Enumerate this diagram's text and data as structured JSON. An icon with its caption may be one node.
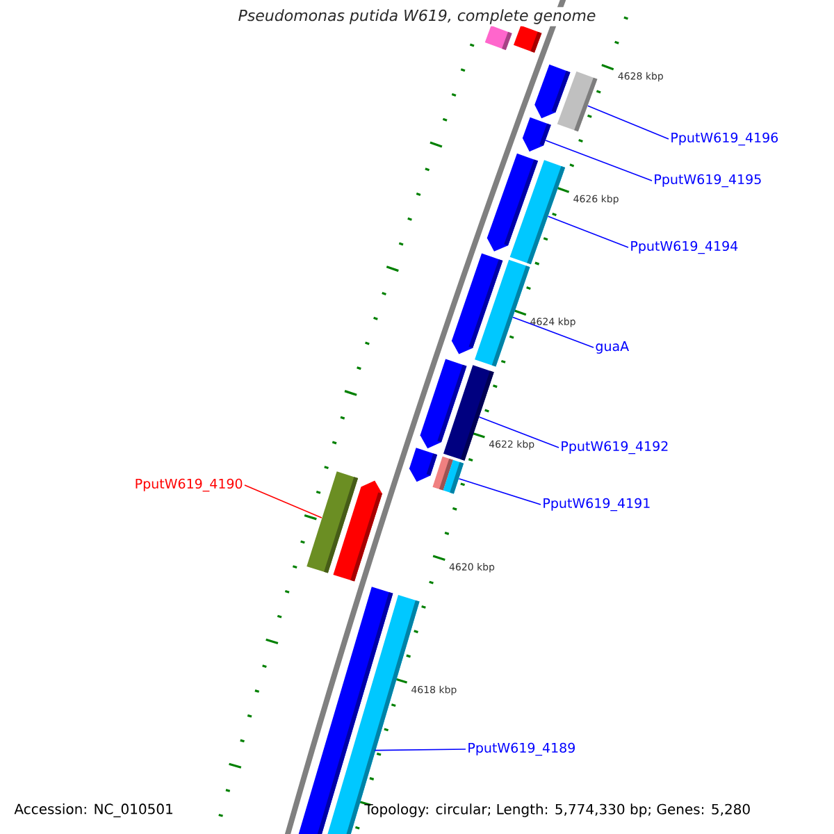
{
  "diagram": {
    "title": "Pseudomonas putida W619, complete genome",
    "nodes": [
      {
        "text": [
          "PputW619_4196"
        ]
      },
      {
        "text": [
          "PputW619_4195"
        ]
      },
      {
        "text": [
          "PputW619_4194"
        ]
      },
      {
        "text": [
          "guaA"
        ]
      },
      {
        "text": [
          "PputW619_4192"
        ]
      },
      {
        "text": [
          "PputW619_4191"
        ]
      },
      {
        "text": [
          "PputW619_4190"
        ]
      },
      {
        "text": [
          "PputW619_4189"
        ]
      },
      {
        "text": [],
        "shape": "bar"
      },
      {
        "text": [],
        "shape": "bar"
      },
      {
        "text": [],
        "shape": "bar"
      },
      {
        "text": [],
        "shape": "bar"
      },
      {
        "text": [],
        "shape": "bar"
      },
      {
        "text": [],
        "shape": "bar"
      },
      {
        "text": [],
        "shape": "bar"
      },
      {
        "text": [],
        "shape": "bar"
      },
      {
        "text": [],
        "shape": "bar"
      },
      {
        "text": [],
        "shape": "bar"
      },
      {
        "text": [],
        "shape": "bar"
      },
      {
        "text": [],
        "shape": "bar"
      },
      {
        "text": [],
        "shape": "bar"
      },
      {
        "text": [],
        "shape": "bar"
      },
      {
        "text": [],
        "shape": "bar"
      },
      {
        "text": [],
        "shape": "bar"
      },
      {
        "text": [],
        "shape": "bar"
      },
      {
        "text": [],
        "shape": "bar"
      }
    ],
    "edges": [
      {
        "from": 0,
        "to": 11,
        "arrow": "none"
      },
      {
        "from": 1,
        "to": 12,
        "arrow": "none"
      },
      {
        "from": 2,
        "to": 14,
        "arrow": "none"
      },
      {
        "from": 3,
        "to": 16,
        "arrow": "none"
      },
      {
        "from": 4,
        "to": 18,
        "arrow": "none"
      },
      {
        "from": 5,
        "to": 21,
        "arrow": "none"
      },
      {
        "from": 6,
        "to": 22,
        "arrow": "none",
        "color": "#ff0000"
      },
      {
        "from": 7,
        "to": 25,
        "arrow": "none"
      }
    ],
    "labels": [
      "4628 kbp",
      "4626 kbp",
      "4624 kbp",
      "4622 kbp",
      "4620 kbp",
      "4618 kbp",
      "Accession: NC_010501",
      "Topology: circular; Length: 5,774,330 bp; Genes: 5,280"
    ]
  }
}
